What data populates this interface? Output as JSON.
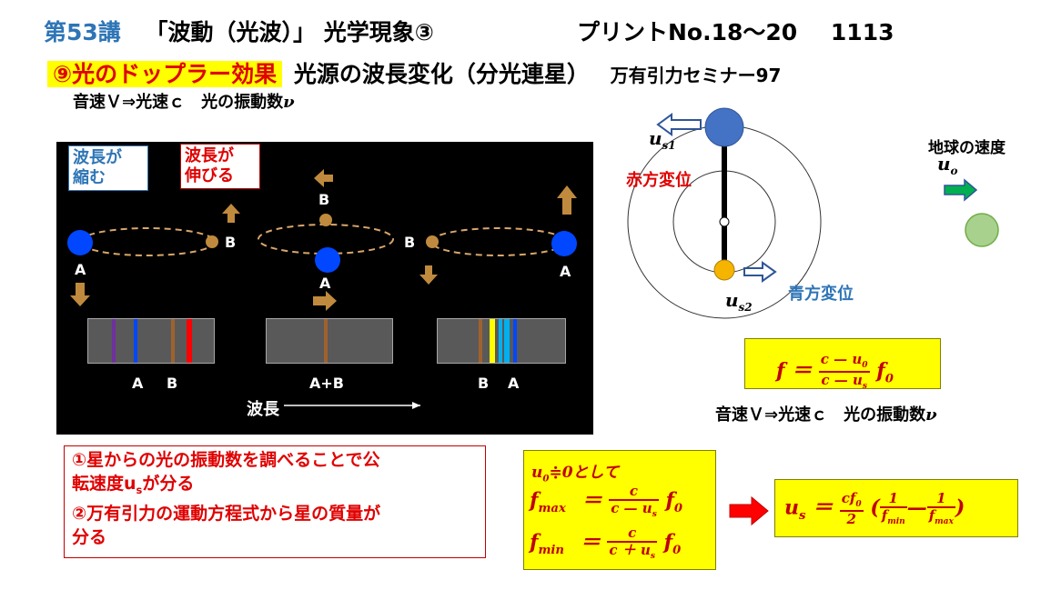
{
  "header": {
    "lecture": "第53講",
    "topic": "「波動（光波）」 光学現象③",
    "print": "プリントNo.18～20",
    "date": "1113"
  },
  "subtitle": {
    "highlight": "⑨光のドップラー効果",
    "text": "光源の波長変化（分光連星）",
    "seminar": "万有引力セミナー97"
  },
  "note_top": "音速Ｖ⇒光速ｃ　光の振動数",
  "note_top_sym": "ν",
  "diagram": {
    "shrink_label": [
      "波長が",
      "縮む"
    ],
    "stretch_label": [
      "波長が",
      "伸びる"
    ],
    "star_A": "A",
    "star_B": "B",
    "spec1_labels": [
      "A",
      "B"
    ],
    "spec2_label": "A+B",
    "spec3_labels": [
      "B",
      "A"
    ],
    "wavelength_label": "波長"
  },
  "orbit": {
    "us1": "u",
    "us1_sub": "s1",
    "us2": "u",
    "us2_sub": "s2",
    "redshift": "赤方変位",
    "blueshift": "青方変位",
    "earth_speed": "地球の速度",
    "uo": "u",
    "uo_sub": "o"
  },
  "formula_f": {
    "lhs": "f ＝",
    "num": "c — u",
    "num_sub": "0",
    "den": "c — u",
    "den_sub": "s",
    "rhs": "f",
    "rhs_sub": "0"
  },
  "note_bottom": "音速Ｖ⇒光速ｃ　光の振動数",
  "note_bottom_sym": "ν",
  "conclusion": {
    "line1": "①星からの光の振動数を調べることで公",
    "line2a": "転速度u",
    "line2_sub": "s",
    "line2b": "が分る",
    "line3": "②万有引力の運動方程式から星の質量が",
    "line4": "分る"
  },
  "fmaxmin": {
    "cond": "u",
    "cond_sub": "0",
    "cond_rest": "≑0として",
    "fmax": "f",
    "fmax_sub": "max",
    "fmin": "f",
    "fmin_sub": "min",
    "eq": "＝",
    "num": "c",
    "den_max": "c — u",
    "den_min": "c ＋ u",
    "den_sub": "s",
    "f0": "f",
    "f0_sub": "0"
  },
  "formula_us": {
    "lhs": "u",
    "lhs_sub": "s",
    "eq": "＝",
    "num": "cf",
    "num_sub": "0",
    "den": "2",
    "one": "1",
    "fmin": "f",
    "fmin_sub": "min",
    "fmax": "f",
    "fmax_sub": "max"
  },
  "colors": {
    "accent_blue": "#2e75b6",
    "red": "#e00000",
    "yellow": "#ffff00",
    "star_blue": "#0047ff",
    "star_gold": "#e6a000",
    "earth_green": "#a9d18e"
  }
}
